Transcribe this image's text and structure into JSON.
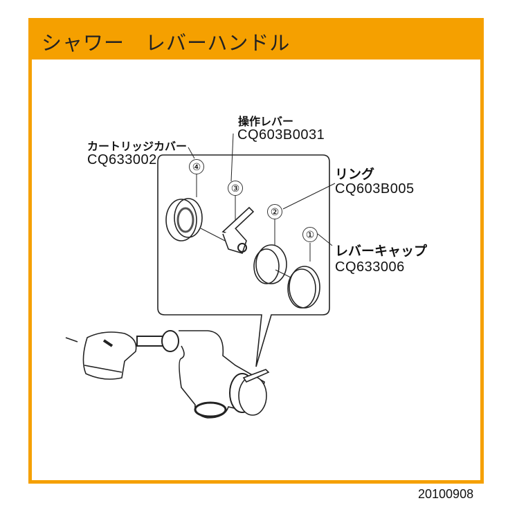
{
  "header": {
    "title": "シャワー　レバーハンドル"
  },
  "parts": [
    {
      "number": "①",
      "name": "レバーキャップ",
      "code": "CQ633006"
    },
    {
      "number": "②",
      "name": "リング",
      "code": "CQ603B005"
    },
    {
      "number": "③",
      "name": "操作レバー",
      "code": "CQ603B0031"
    },
    {
      "number": "④",
      "name": "カートリッジカバー",
      "code": "CQ633002"
    }
  ],
  "footer": {
    "date": "20100908"
  },
  "colors": {
    "frame": "#F5A000"
  }
}
